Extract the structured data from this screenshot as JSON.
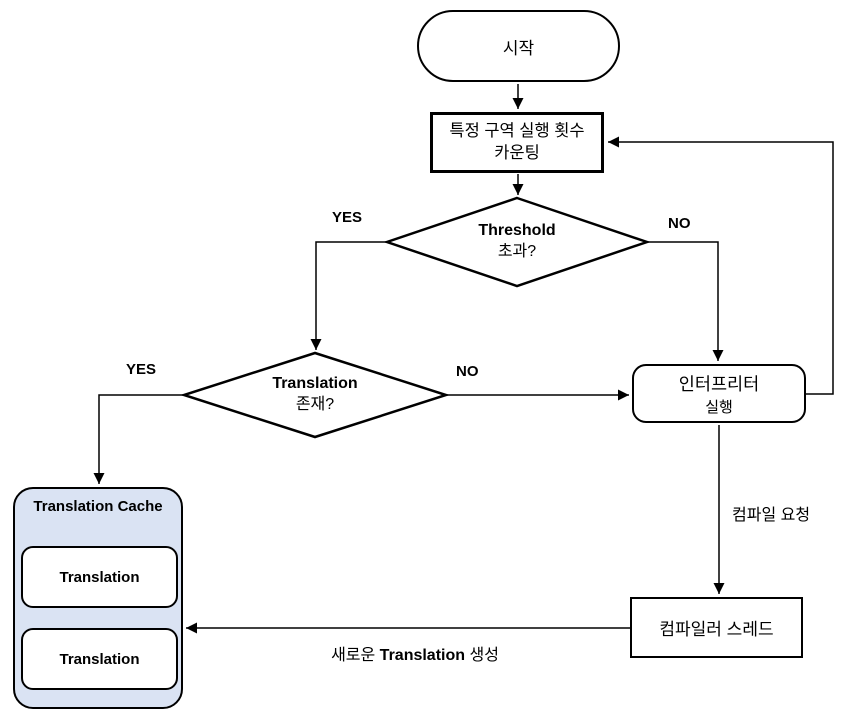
{
  "nodes": {
    "start": {
      "label": "시작"
    },
    "count": {
      "line1": "특정 구역 실행 횟수",
      "line2": "카운팅"
    },
    "threshold": {
      "line1": "Threshold",
      "line2": "초과?"
    },
    "translation_exists": {
      "line1": "Translation",
      "line2": "존재?"
    },
    "interpreter": {
      "line1": "인터프리터",
      "line2": "실행"
    },
    "compiler": {
      "label": "컴파일러 스레드"
    }
  },
  "cache": {
    "title": "Translation Cache",
    "slots": [
      "Translation",
      "Translation"
    ]
  },
  "edges": {
    "yes1": "YES",
    "no1": "NO",
    "yes2": "YES",
    "no2": "NO",
    "compile_request": "컴파일 요청",
    "new_translation": [
      "새로운 ",
      "Translation",
      " 생성"
    ]
  },
  "colors": {
    "stroke": "#000000",
    "cache_fill": "#dae3f3",
    "node_fill": "#ffffff"
  }
}
